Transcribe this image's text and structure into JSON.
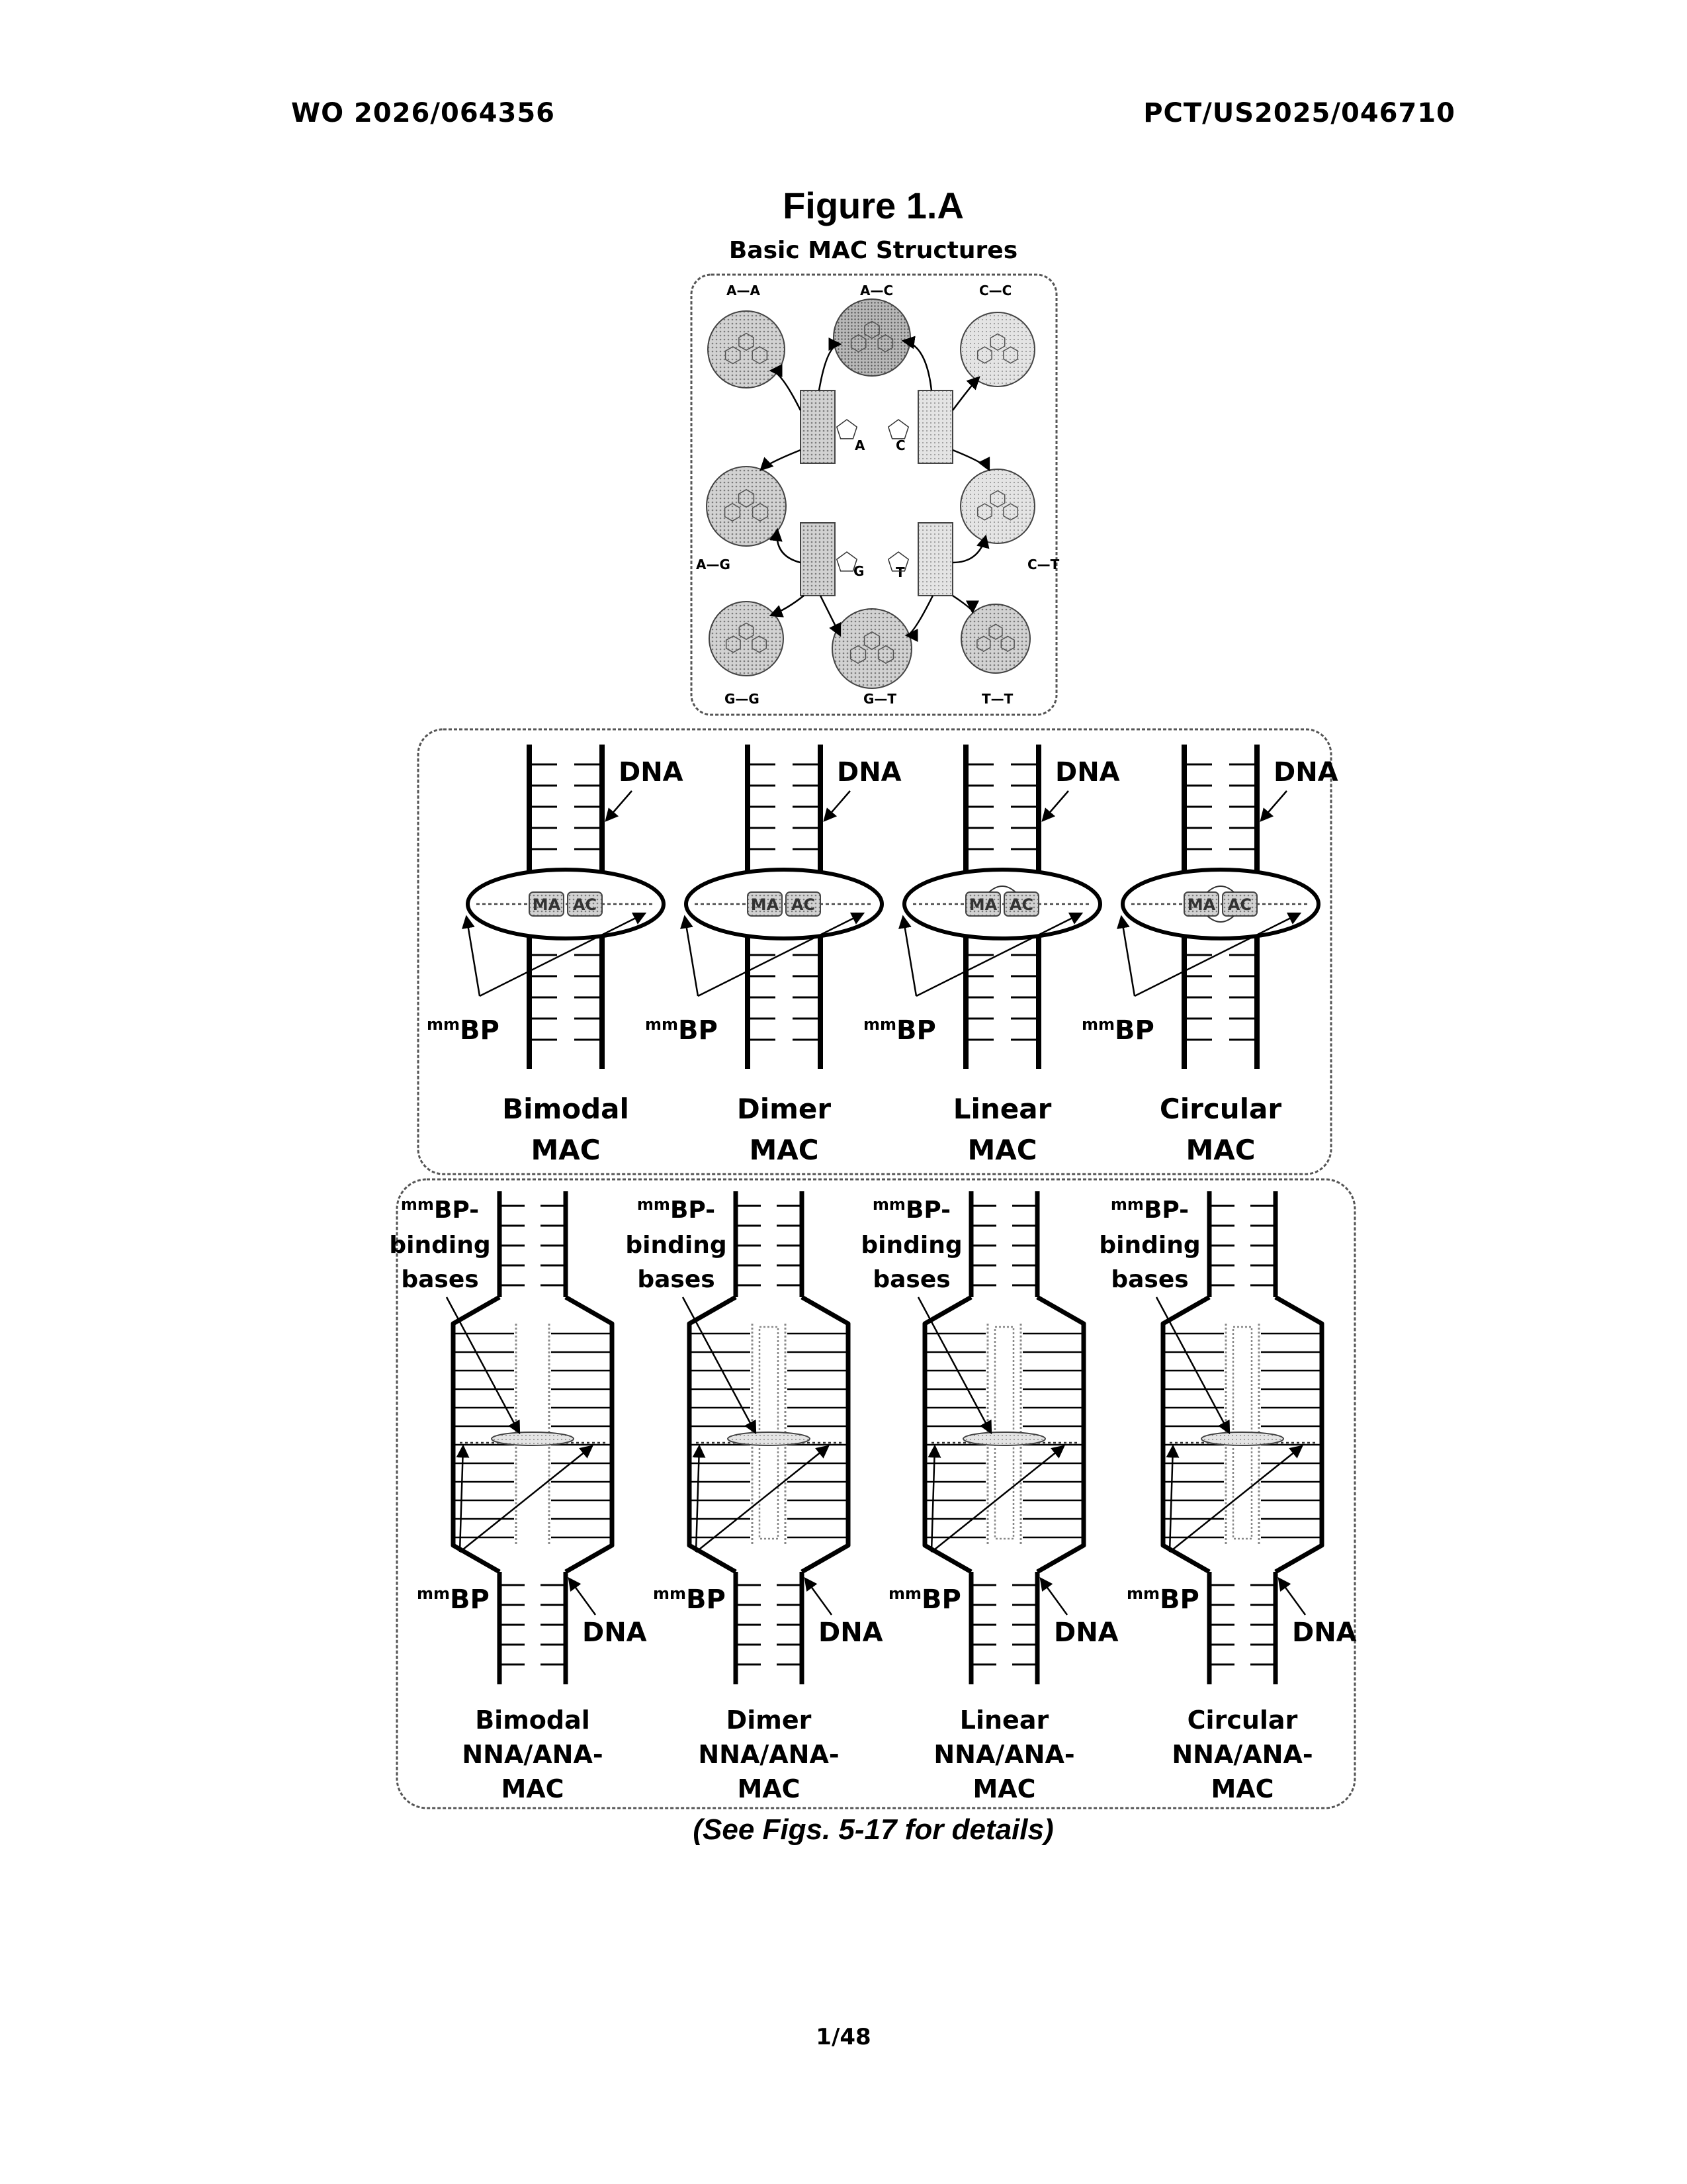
{
  "header": {
    "publication_number": "WO 2026/064356",
    "application_number": "PCT/US2025/046710"
  },
  "figure": {
    "title": "Figure 1.A",
    "subtitle": "Basic MAC Structures",
    "caption": "(See Figs. 5-17 for details)"
  },
  "panel_a": {
    "pair_labels": [
      "A—A",
      "A—C",
      "C—C",
      "A—G",
      "C—T",
      "G—G",
      "G—T",
      "T—T"
    ],
    "base_labels": [
      "A",
      "C",
      "G",
      "T"
    ]
  },
  "panel_b": {
    "dna_label": "DNA",
    "mmbp_sup": "mm",
    "mmbp_base": "BP",
    "mac_text": "MAC",
    "structures": [
      {
        "name_line1": "Bimodal",
        "name_line2": "MAC"
      },
      {
        "name_line1": "Dimer",
        "name_line2": "MAC"
      },
      {
        "name_line1": "Linear",
        "name_line2": "MAC"
      },
      {
        "name_line1": "Circular",
        "name_line2": "MAC"
      }
    ]
  },
  "panel_c": {
    "dna_label": "DNA",
    "mmbp_sup": "mm",
    "mmbp_base": "BP",
    "binding_line1_base": "BP-",
    "binding_line2": "binding",
    "binding_line3": "bases",
    "structures": [
      {
        "name_line1": "Bimodal",
        "name_line2": "NNA/ANA-",
        "name_line3": "MAC"
      },
      {
        "name_line1": "Dimer",
        "name_line2": "NNA/ANA-",
        "name_line3": "MAC"
      },
      {
        "name_line1": "Linear",
        "name_line2": "NNA/ANA-",
        "name_line3": "MAC"
      },
      {
        "name_line1": "Circular",
        "name_line2": "NNA/ANA-",
        "name_line3": "MAC"
      }
    ]
  },
  "page": {
    "number": "1/48"
  }
}
